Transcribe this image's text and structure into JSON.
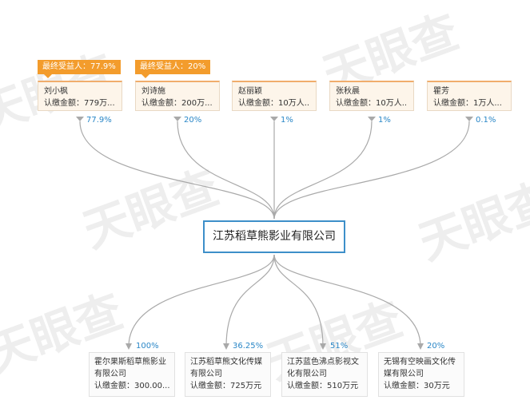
{
  "watermark": "天眼查",
  "shareholders": [
    {
      "name": "刘小枫",
      "amount": "认缴金额：779万...",
      "percent": "77.9%",
      "tag": "最终受益人：77.9%"
    },
    {
      "name": "刘诗施",
      "amount": "认缴金额：200万...",
      "percent": "20%",
      "tag": "最终受益人：20%"
    },
    {
      "name": "赵丽颖",
      "amount": "认缴金额：10万人...",
      "percent": "1%",
      "tag": ""
    },
    {
      "name": "张秋晨",
      "amount": "认缴金额：10万人...",
      "percent": "1%",
      "tag": ""
    },
    {
      "name": "瞿芳",
      "amount": "认缴金额：1万人...",
      "percent": "0.1%",
      "tag": ""
    }
  ],
  "company": {
    "name": "江苏稻草熊影业有限公司"
  },
  "investments": [
    {
      "name": "霍尔果斯稻草熊影业有限公司",
      "amount": "认缴金额：300.00...",
      "percent": "100%"
    },
    {
      "name": "江苏稻草熊文化传媒有限公司",
      "amount": "认缴金额：725万元",
      "percent": "36.25%"
    },
    {
      "name": "江苏蓝色沸点影视文化有限公司",
      "amount": "认缴金额：510万元",
      "percent": "51%"
    },
    {
      "name": "无锡有空映画文化传媒有限公司",
      "amount": "认缴金额：30万元",
      "percent": "20%"
    }
  ],
  "colors": {
    "line": "#a9a9a9",
    "tag": "#f39c2c",
    "percent": "#2a87c7",
    "center_border": "#3d8fc9"
  }
}
